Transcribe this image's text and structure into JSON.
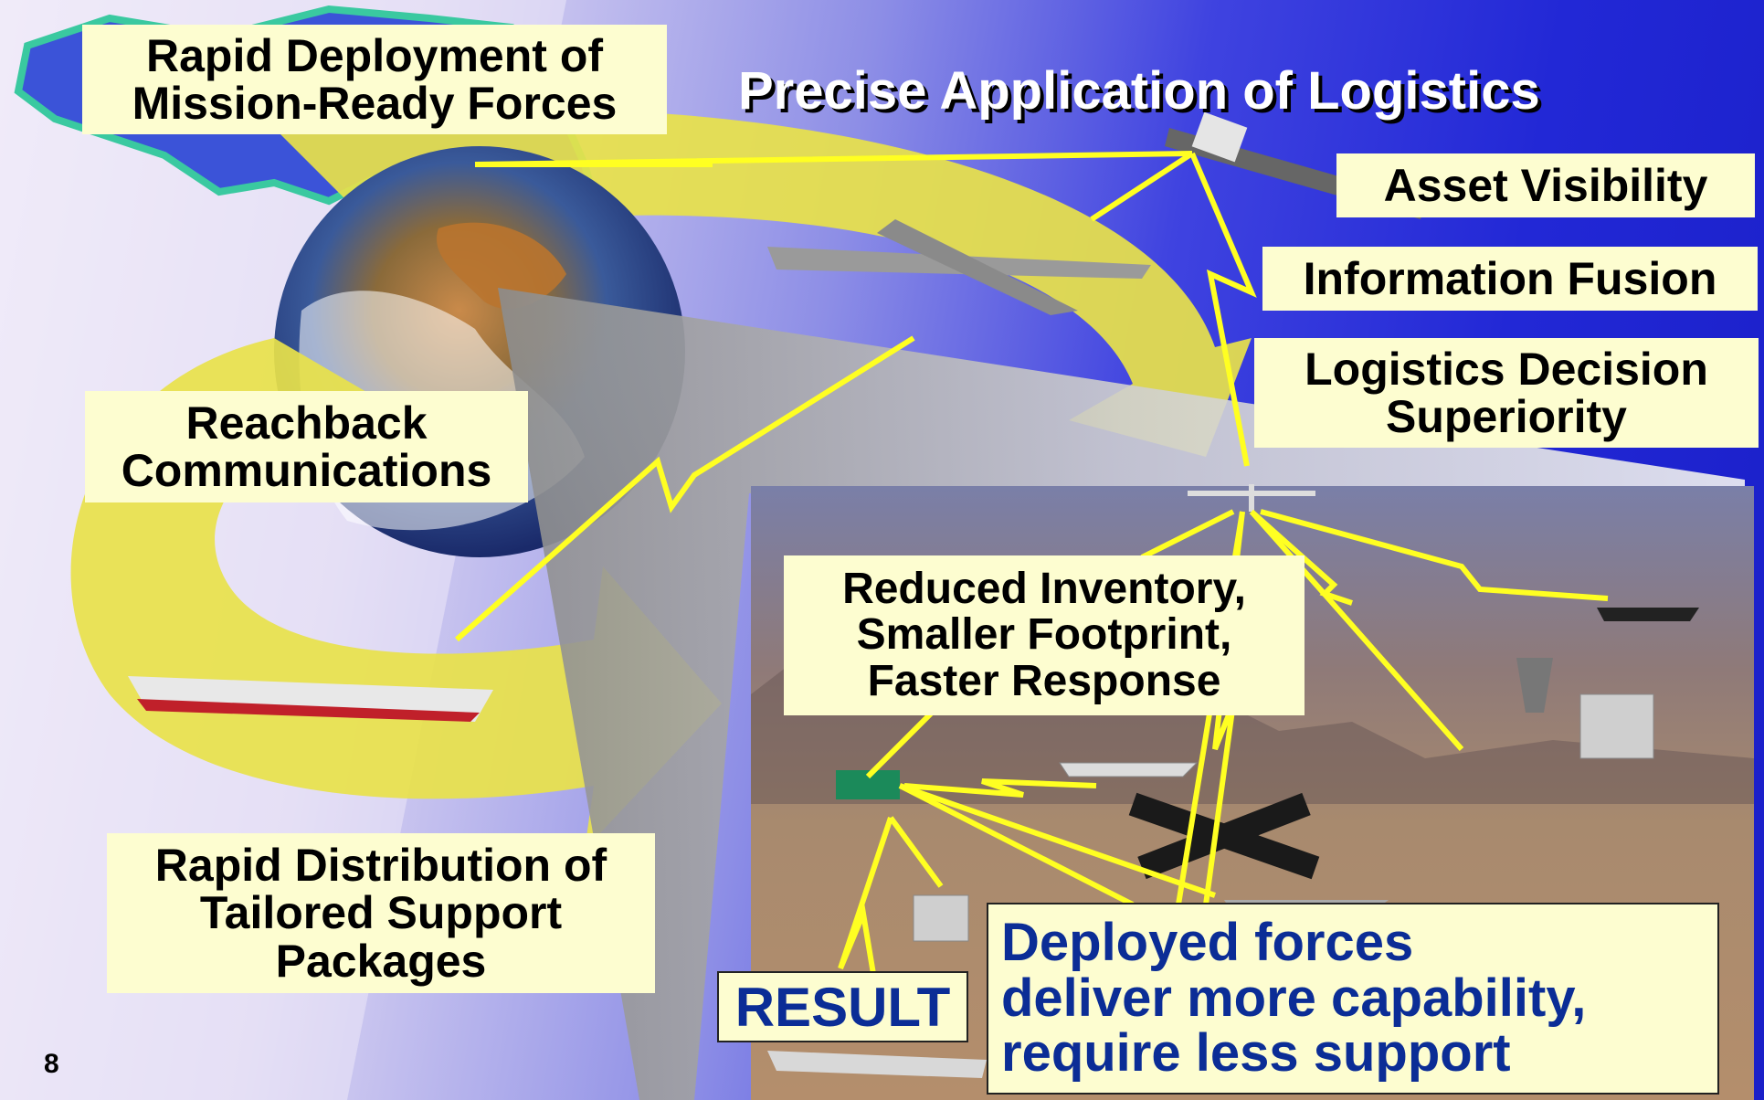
{
  "slide": {
    "title": "Precise Application of Logistics",
    "page_number": "8"
  },
  "labels": {
    "rapid_deployment": [
      "Rapid Deployment of",
      "Mission-Ready Forces"
    ],
    "asset_visibility": "Asset Visibility",
    "information_fusion": "Information Fusion",
    "logistics_decision": [
      "Logistics Decision",
      "Superiority"
    ],
    "reachback": [
      "Reachback",
      "Communications"
    ],
    "reduced_inventory": [
      "Reduced Inventory,",
      "Smaller Footprint,",
      "Faster Response"
    ],
    "rapid_distribution": [
      "Rapid Distribution of",
      "Tailored Support",
      "Packages"
    ],
    "result": "RESULT",
    "deployed_forces": [
      "Deployed forces",
      "deliver more capability,",
      "require less support"
    ]
  },
  "colors": {
    "label_bg": "#fdfdd0",
    "result_text": "#0b2d96",
    "arrow_yellow": "#e8e24a",
    "link_yellow": "#ffff22"
  }
}
